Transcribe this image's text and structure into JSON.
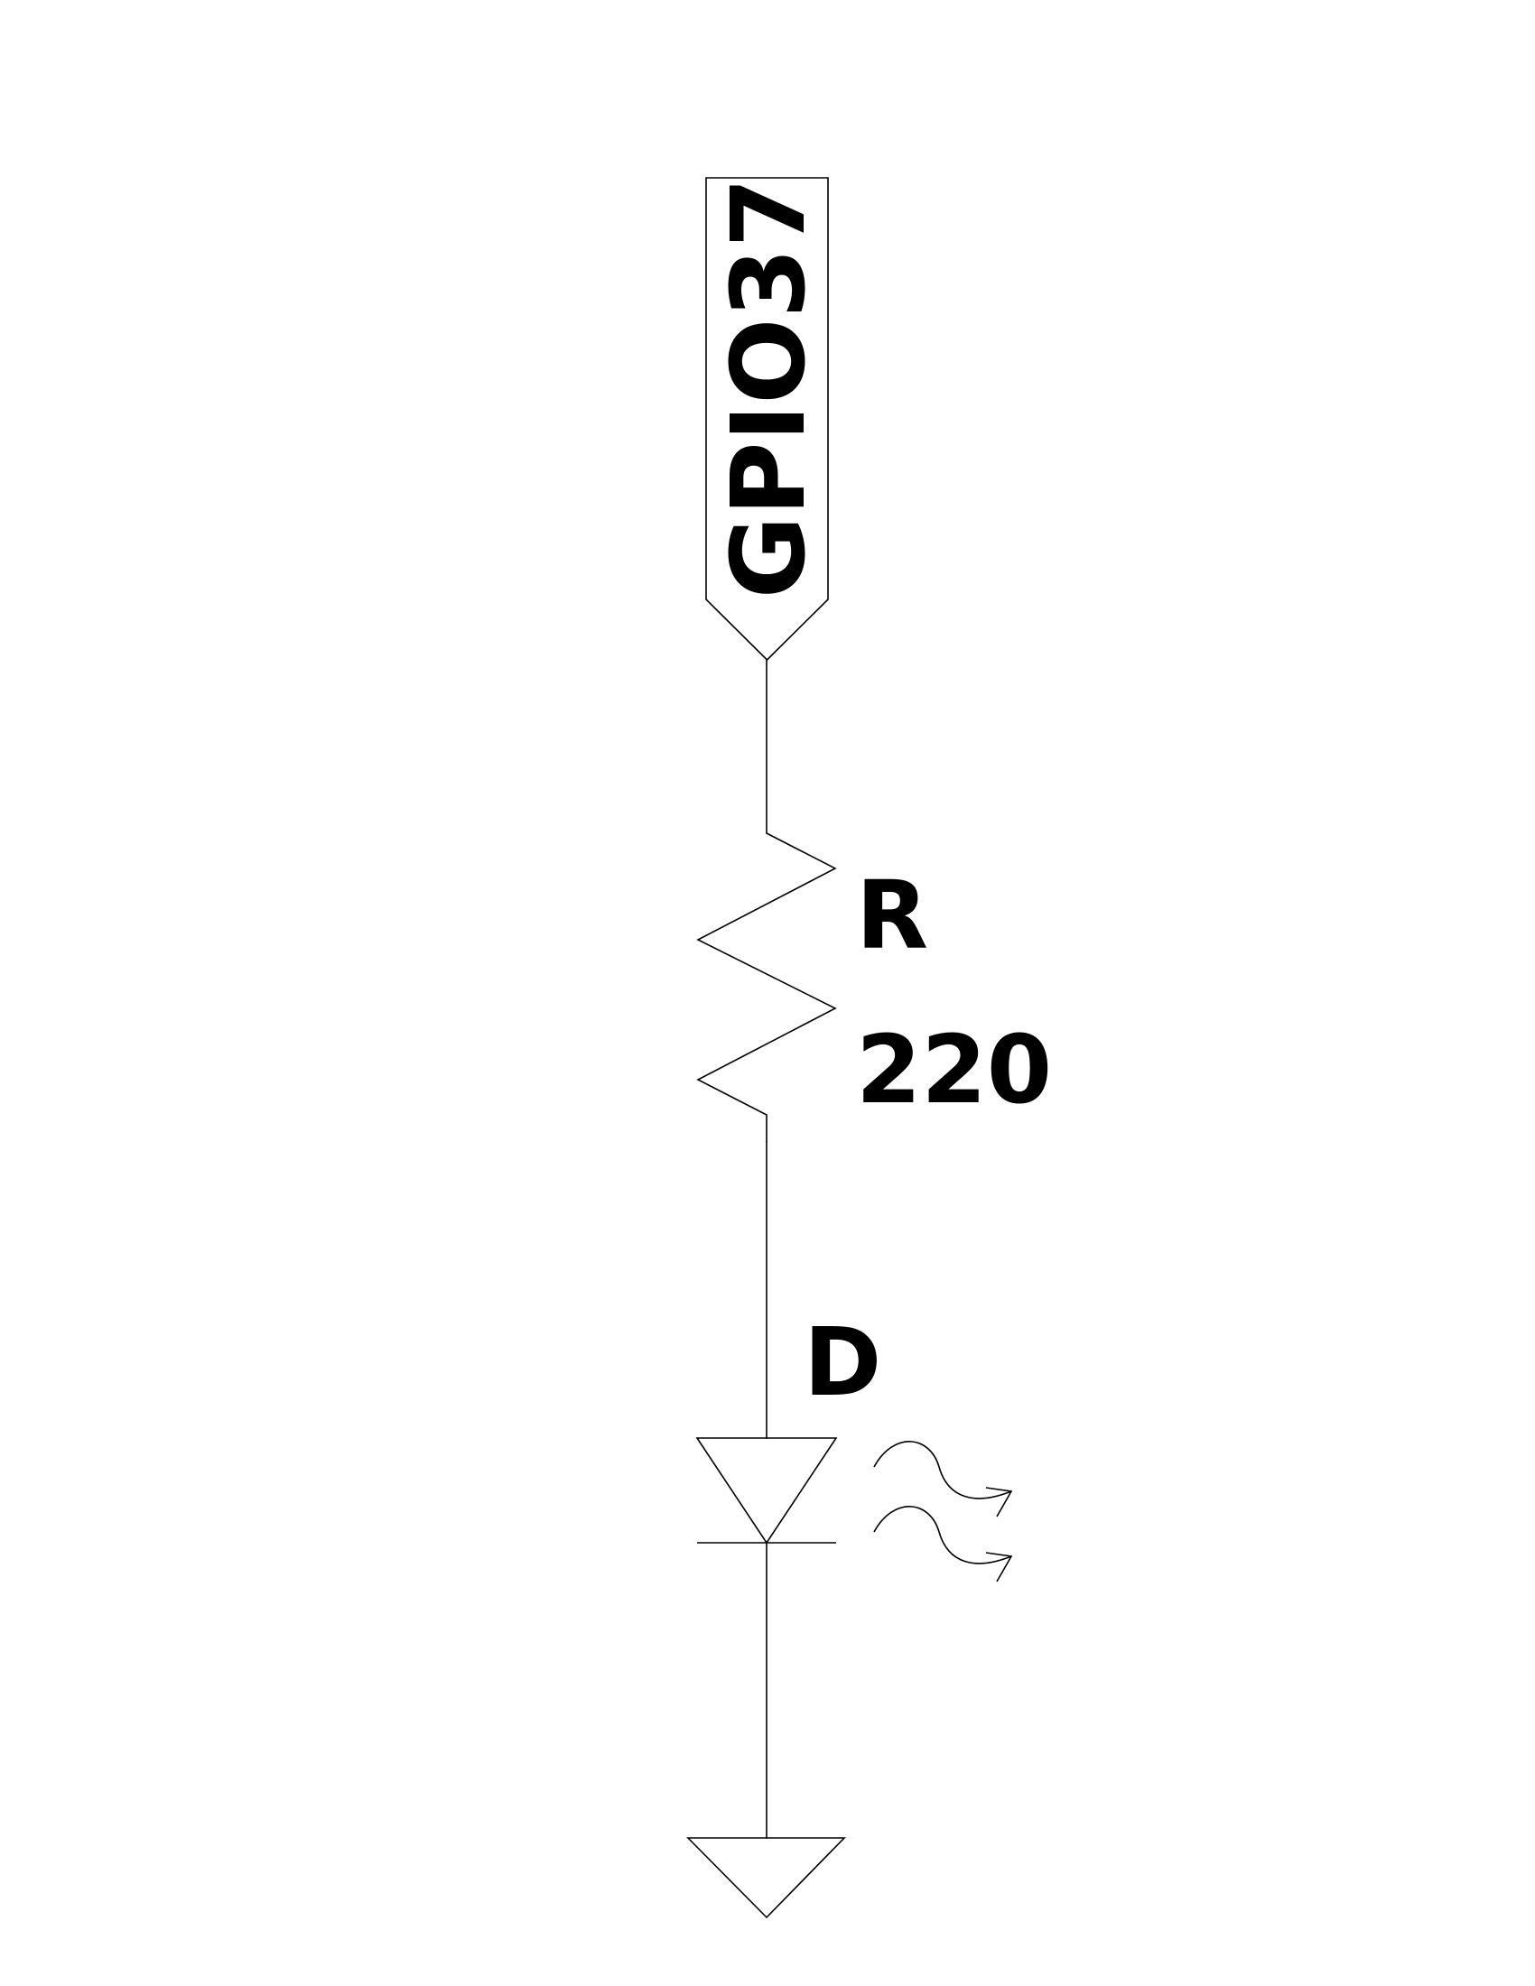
{
  "net_label": {
    "text": "GPIO37"
  },
  "resistor": {
    "reference": "R",
    "value": "220"
  },
  "led": {
    "reference": "D"
  },
  "colors": {
    "line": "#000000",
    "background": "#ffffff"
  }
}
